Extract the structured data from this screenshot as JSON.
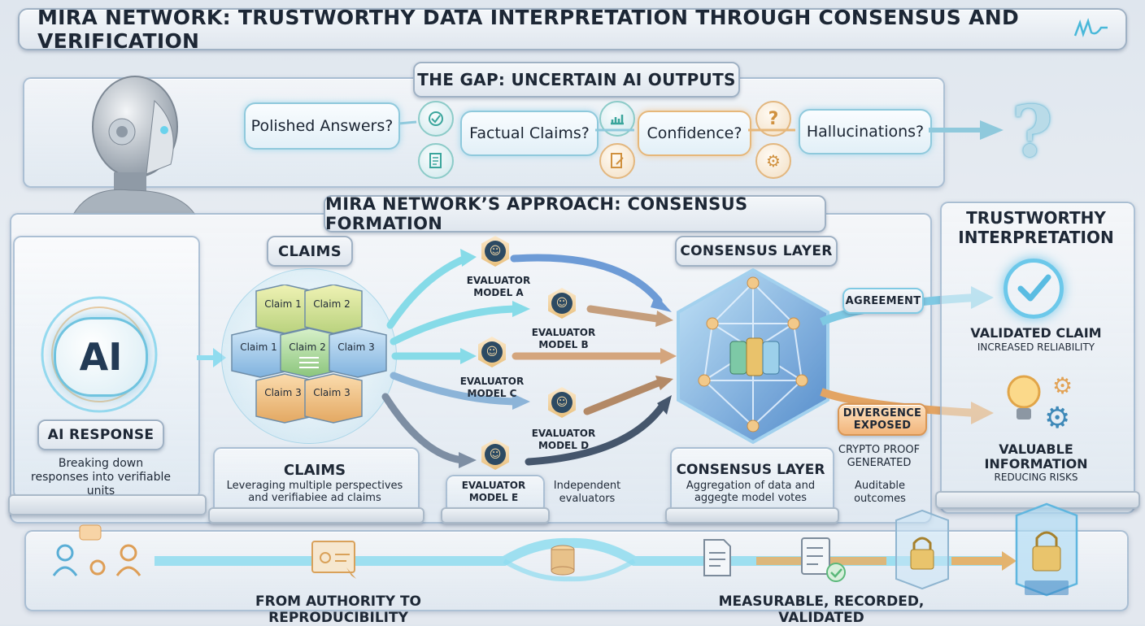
{
  "title": "MIRA NETWORK: TRUSTWORTHY DATA INTERPRETATION THROUGH CONSENSUS AND VERIFICATION",
  "gap": {
    "heading": "THE GAP: UNCERTAIN AI OUTPUTS",
    "bubbles": [
      "Polished Answers?",
      "Factual Claims?",
      "Confidence?",
      "Hallucinations?"
    ]
  },
  "approach": {
    "heading": "MIRA NETWORK’S APPROACH: CONSENSUS FORMATION",
    "ai_badge": "AI",
    "ai_response": "AI RESPONSE",
    "ai_caption": "Breaking down responses into verifiable units",
    "claims_heading": "CLAIMS",
    "claims": [
      "Claim 1",
      "Claim 2",
      "Claim 1",
      "Claim 2",
      "Claim 3",
      "Claim 3",
      "Claim 3"
    ],
    "claims_box_title": "CLAIMS",
    "claims_box_text": "Leveraging multiple perspectives and verifiabiee ad claims",
    "evaluators": [
      "EVALUATOR MODEL A",
      "EVALUATOR MODEL B",
      "EVALUATOR MODEL C",
      "EVALUATOR MODEL D",
      "EVALUATOR MODEL E"
    ],
    "independent": "Independent evaluators",
    "consensus_heading": "CONSENSUS LAYER",
    "consensus_box_title": "CONSENSUS LAYER",
    "consensus_box_text": "Aggregation of data and aggegte model votes",
    "agreement": "AGREEMENT",
    "divergence": "DIVERGENCE EXPOSED",
    "crypto": "CRYPTO PROOF GENERATED",
    "auditable": "Auditable outcomes"
  },
  "trust": {
    "heading": "TRUSTWORTHY INTERPRETATION",
    "validated_title": "VALIDATED CLAIM",
    "validated_sub": "INCREASED RELIABILITY",
    "valuable_title": "VALUABLE INFORMATION",
    "valuable_sub": "REDUCING RISKS"
  },
  "bottom": {
    "left": "FROM AUTHORITY TO REPRODUCIBILITY",
    "right": "MEASURABLE, RECORDED, VALIDATED"
  },
  "colors": {
    "accent_cyan": "#4fc3e6",
    "accent_orange": "#e8a25a",
    "navy": "#24374f"
  }
}
